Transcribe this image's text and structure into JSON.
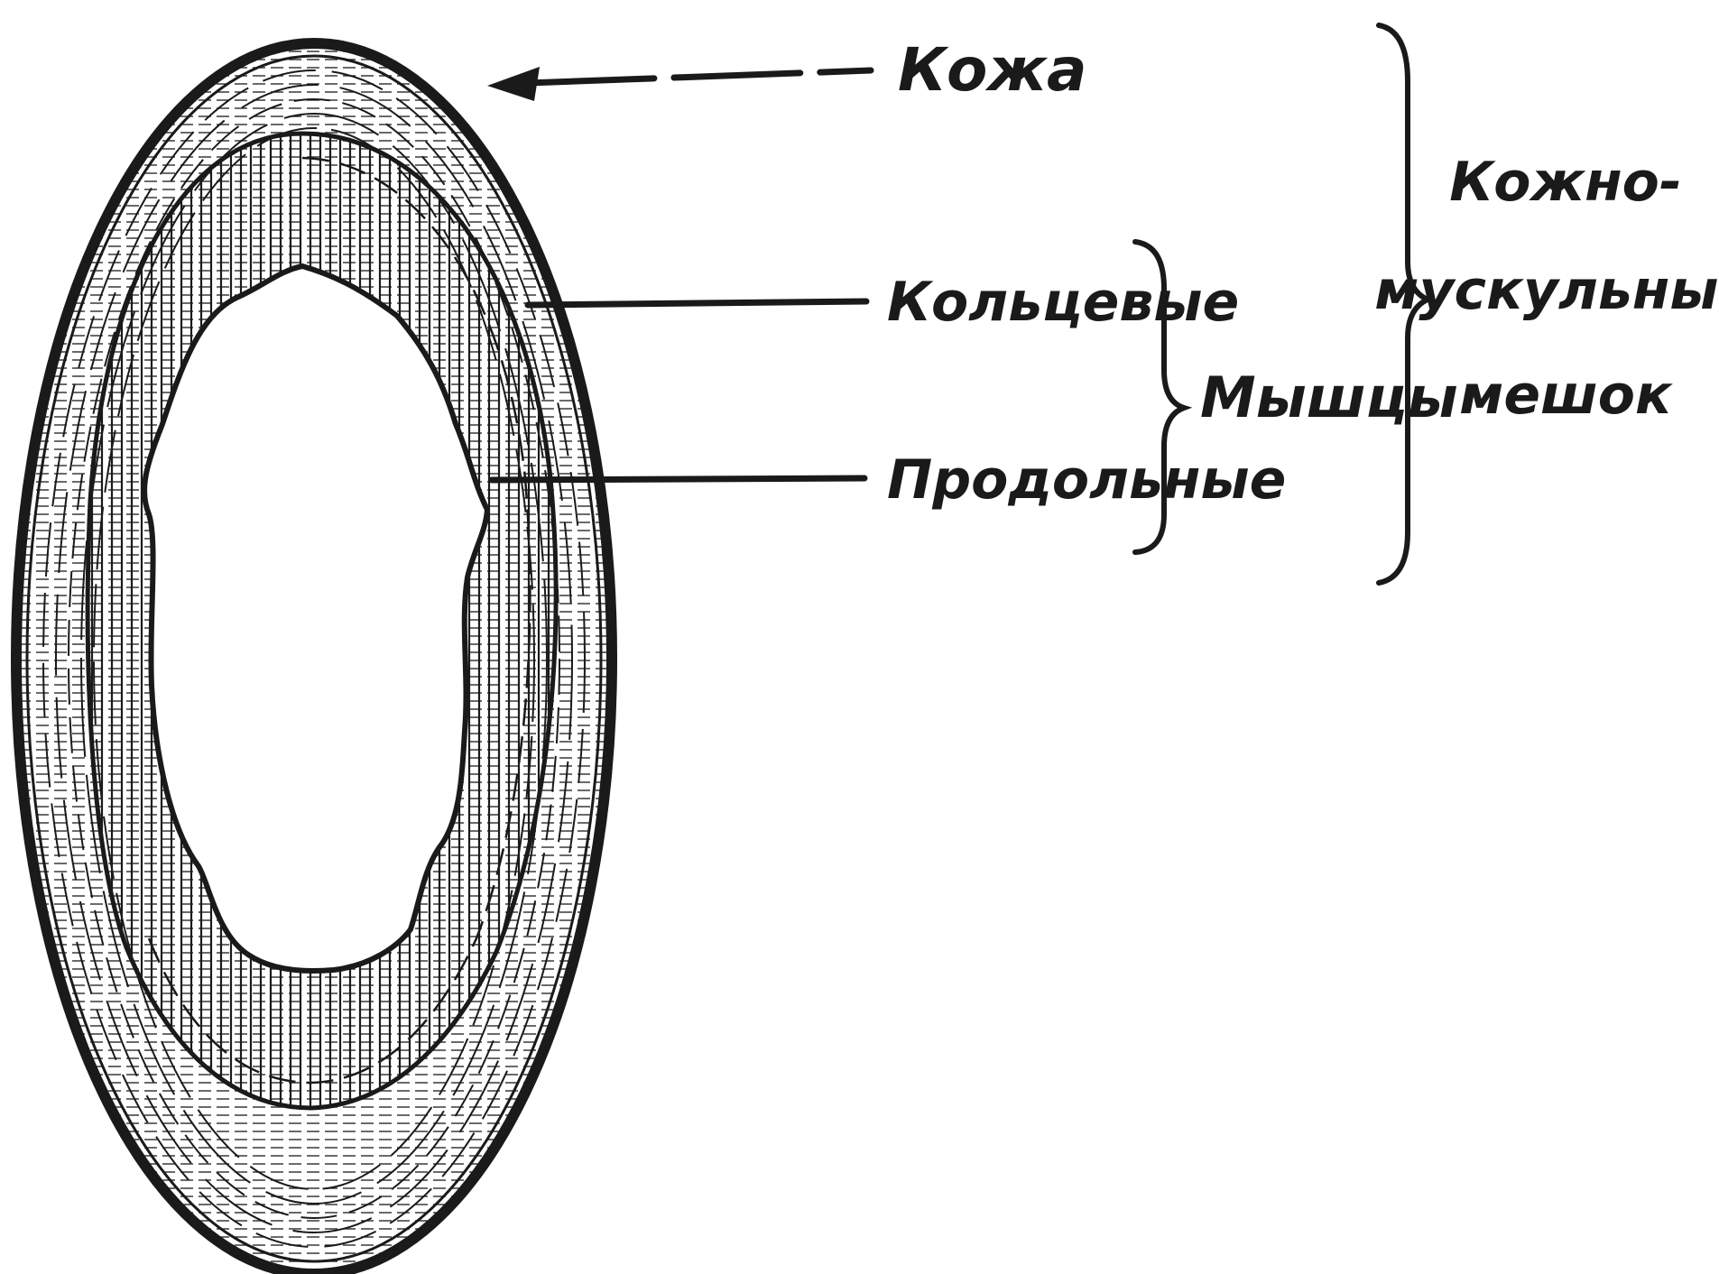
{
  "labels": {
    "skin": "Кожа",
    "circular": "Кольцевые",
    "longitudinal": "Продольные",
    "muscles": "Мышцы",
    "sac_line1": "Кожно-",
    "sac_line2": "мускульный",
    "sac_line3": "мешок"
  },
  "colors": {
    "ink": "#1a1a1a",
    "background": "#ffffff"
  }
}
